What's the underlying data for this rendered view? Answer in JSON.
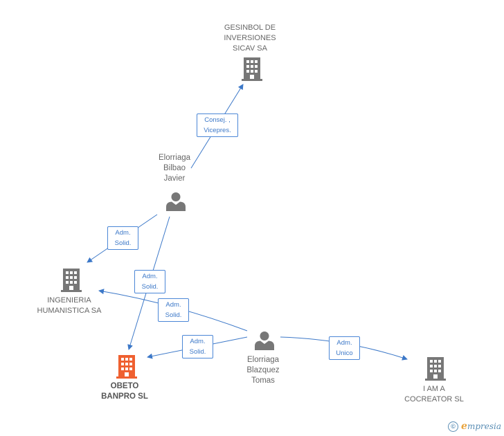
{
  "colors": {
    "edge": "#3c78c8",
    "company": "#777777",
    "focus_company": "#ef6030",
    "person": "#777777"
  },
  "nodes": {
    "gesinbol": {
      "label": "GESINBOL DE\nINVERSIONES\nSICAV SA",
      "icon": "building-icon"
    },
    "elorriaga_javier": {
      "label": "Elorriaga\nBilbao\nJavier",
      "icon": "person-icon"
    },
    "ingenieria": {
      "label": "INGENIERIA\nHUMANISTICA SA",
      "icon": "building-icon"
    },
    "obeto": {
      "label": "OBETO\nBANPRO SL",
      "icon": "building-icon"
    },
    "elorriaga_tomas": {
      "label": "Elorriaga\nBlazquez\nTomas",
      "icon": "person-icon"
    },
    "iamacocreator": {
      "label": "I AM A\nCOCREATOR SL",
      "icon": "building-icon"
    }
  },
  "edges": {
    "javier_gesinbol": {
      "label": "Consej. ,\nVicepres."
    },
    "javier_ingenieria": {
      "label": "Adm.\nSolid."
    },
    "javier_obeto": {
      "label": "Adm.\nSolid."
    },
    "tomas_ingenieria": {
      "label": "Adm.\nSolid."
    },
    "tomas_obeto": {
      "label": "Adm.\nSolid."
    },
    "tomas_iamacocreator": {
      "label": "Adm.\nUnico"
    }
  },
  "footer": {
    "copyright_symbol": "©",
    "brand_initial": "e",
    "brand_rest": "mpresia"
  }
}
